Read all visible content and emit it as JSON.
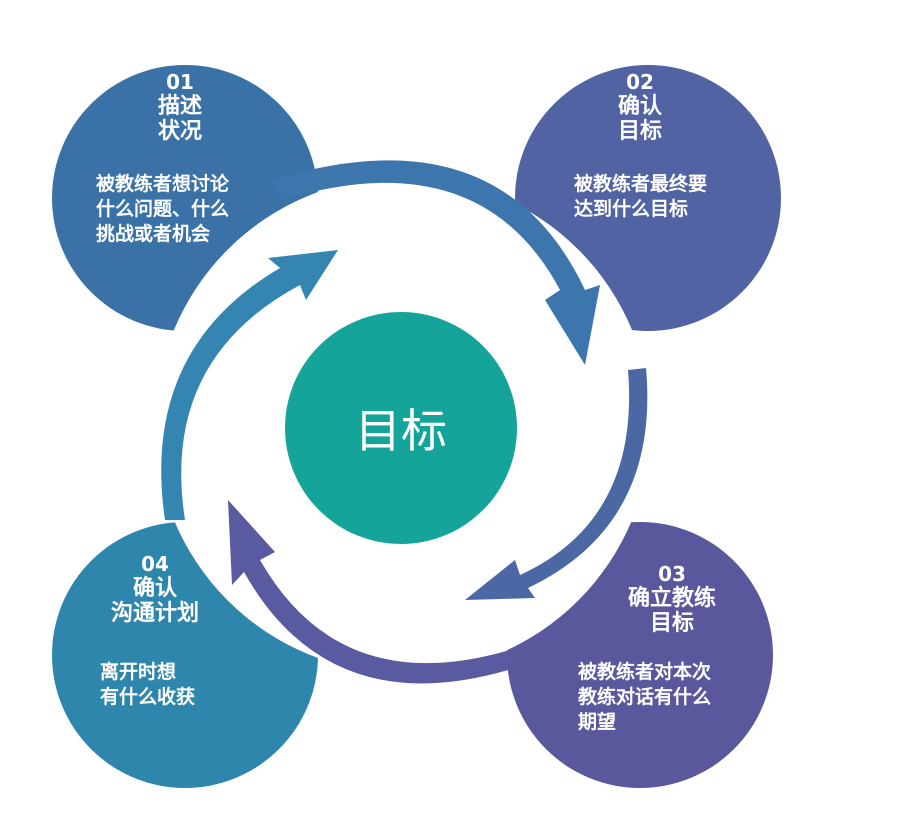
{
  "center": {
    "label": "目标"
  },
  "steps": [
    {
      "number": "01",
      "title_lines": [
        "描述",
        "状况"
      ],
      "desc_lines": [
        "被教练者想讨论",
        "什么问题、什么",
        "挑战或者机会"
      ]
    },
    {
      "number": "02",
      "title_lines": [
        "确认",
        "目标"
      ],
      "desc_lines": [
        "被教练者最终要",
        "达到什么目标"
      ]
    },
    {
      "number": "03",
      "title_lines": [
        "确立教练",
        "目标"
      ],
      "desc_lines": [
        "被教练者对本次",
        "教练对话有什么",
        "期望"
      ]
    },
    {
      "number": "04",
      "title_lines": [
        "确认",
        "沟通计划"
      ],
      "desc_lines": [
        "离开时想",
        "有什么收获"
      ]
    }
  ],
  "colors": {
    "step1": "#3a72a8",
    "step2": "#5163a3",
    "step3": "#5b579d",
    "step4": "#2f86ad",
    "center": "#14a49a"
  }
}
